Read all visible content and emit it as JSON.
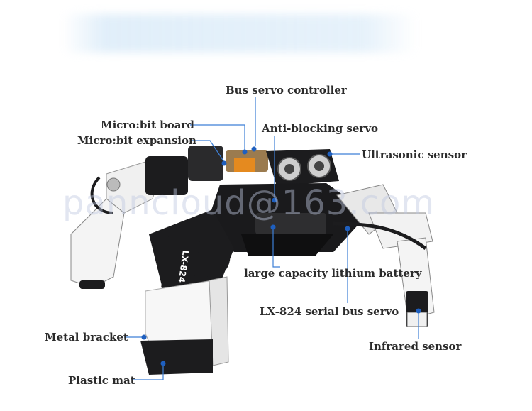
{
  "labels": {
    "bus_servo_controller": "Bus servo controller",
    "microbit_board": "Micro:bit board",
    "microbit_expansion": "Micro:bit expansion",
    "anti_blocking_servo": "Anti-blocking servo",
    "ultrasonic_sensor": "Ultrasonic sensor",
    "lithium_battery": "large capacity lithium battery",
    "lx824_serial_bus_servo": "LX-824 serial bus servo",
    "metal_bracket": "Metal bracket",
    "infrared_sensor": "Infrared sensor",
    "plastic_mat": "Plastic mat"
  },
  "servo_marking": "LX-824",
  "watermark": "panncloud@163.com",
  "colors": {
    "label_text": "#2b2b2b",
    "leader_line": "#3d7fd6",
    "dot": "#1e5fbf",
    "robot_dark": "#1c1c1e",
    "robot_white": "#f2f2f2",
    "accent_orange": "#e58a1f"
  }
}
